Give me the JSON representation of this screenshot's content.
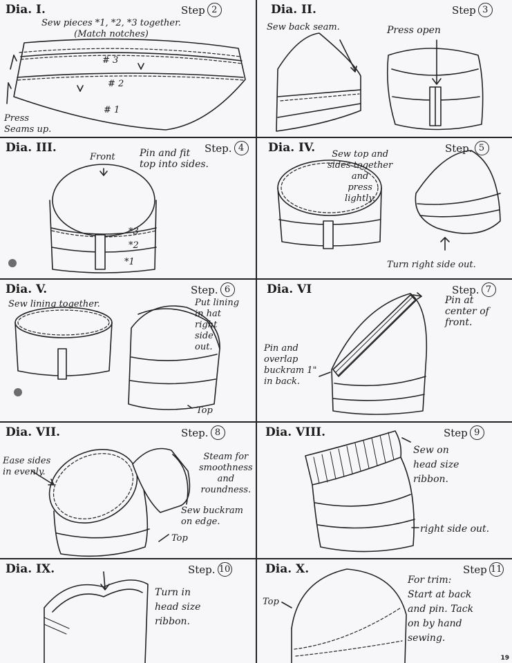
{
  "panels": [
    {
      "dia": "Dia. I.",
      "step_label": "Step",
      "step_number": "2",
      "notes": {
        "main": "Sew pieces *1, *2, *3 together.\n(Match notches)",
        "press": "Press\nSeams up."
      },
      "piece_labels": [
        "# 3",
        "# 2",
        "# 1"
      ]
    },
    {
      "dia": "Dia. II.",
      "step_label": "Step",
      "step_number": "3",
      "notes": {
        "sew": "Sew back seam.",
        "press": "Press open"
      }
    },
    {
      "dia": "Dia. III.",
      "step_label": "Step.",
      "step_number": "4",
      "notes": {
        "pin": "Pin and fit\ntop into sides.",
        "front": "Front"
      },
      "piece_labels": [
        "*3",
        "*2",
        "*1"
      ]
    },
    {
      "dia": "Dia. IV.",
      "step_label": "Step.",
      "step_number": "5",
      "notes": {
        "sew": "Sew top and\nsides together\nand\npress\nlightly.",
        "turn": "Turn right side out."
      }
    },
    {
      "dia": "Dia. V.",
      "step_label": "Step.",
      "step_number": "6",
      "notes": {
        "sew": "Sew lining together.",
        "put": "Put lining\nin hat\nright\nside\nout.",
        "top": "Top"
      }
    },
    {
      "dia": "Dia. VI",
      "step_label": "Step.",
      "step_number": "7",
      "notes": {
        "pin_center": "Pin at\ncenter of\nfront.",
        "pin_overlap": "Pin and\noverlap\nbuckram 1\"\nin back."
      }
    },
    {
      "dia": "Dia. VII.",
      "step_label": "Step.",
      "step_number": "8",
      "notes": {
        "ease": "Ease sides\nin evenly.",
        "steam": "Steam for\nsmoothness\nand\nroundness.",
        "sew": "Sew buckram\non edge.",
        "top": "Top"
      }
    },
    {
      "dia": "Dia. VIII.",
      "step_label": "Step",
      "step_number": "9",
      "notes": {
        "sew": "Sew on\nhead size\nribbon.",
        "right": "right side out."
      }
    },
    {
      "dia": "Dia. IX.",
      "step_label": "Step.",
      "step_number": "10",
      "notes": {
        "turn": "Turn in\nhead size\nribbon."
      }
    },
    {
      "dia": "Dia. X.",
      "step_label": "Step",
      "step_number": "11",
      "notes": {
        "trim": "For trim:\nStart at back\nand pin. Tack\non by hand\nsewing.",
        "top": "Top"
      }
    }
  ],
  "page_number": "19",
  "icons": [
    "arrow-icon",
    "binder-hole-icon"
  ]
}
